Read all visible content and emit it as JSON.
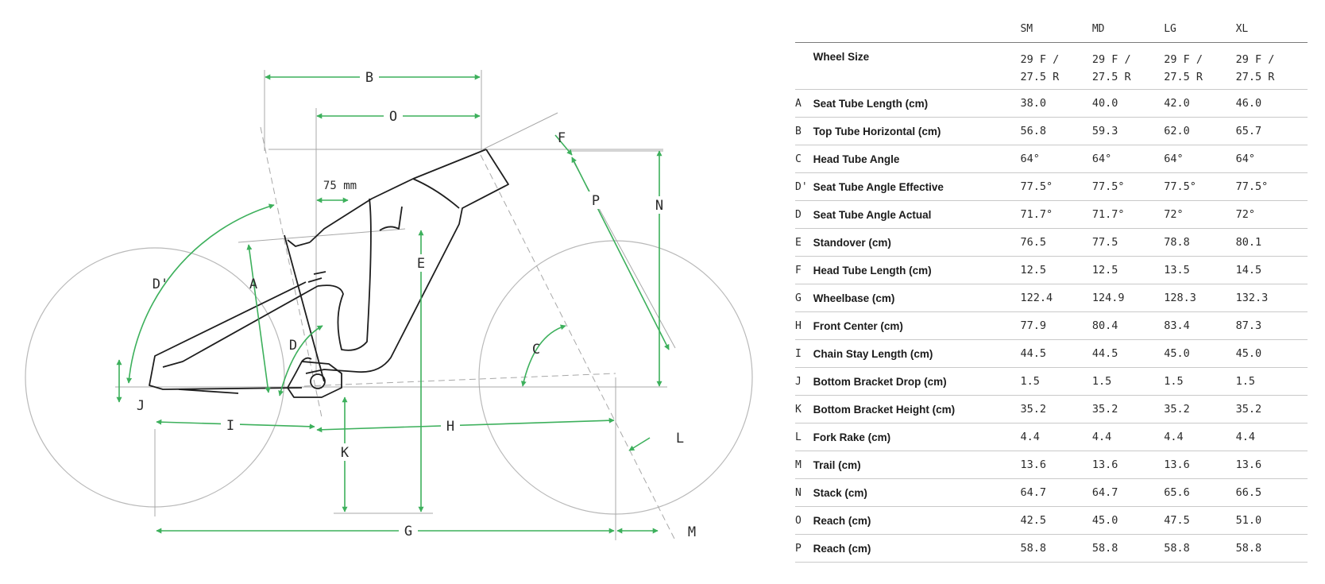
{
  "diagram": {
    "colors": {
      "dimension": "#3db05c",
      "frame": "#1e1e1e",
      "guide": "#a8a8a8",
      "wheel": "#b9b9b9"
    },
    "labels": {
      "A": "A",
      "B": "B",
      "C": "C",
      "D": "D",
      "D_prime": "D'",
      "E": "E",
      "F": "F",
      "G": "G",
      "H": "H",
      "I": "I",
      "J": "J",
      "K": "K",
      "L": "L",
      "M": "M",
      "N": "N",
      "O": "O",
      "P": "P"
    },
    "setback_label": "75 mm"
  },
  "table": {
    "columns": [
      "SM",
      "MD",
      "LG",
      "XL"
    ],
    "rows": [
      {
        "letter": "",
        "label": "Wheel Size",
        "values": [
          "29 F / 27.5 R",
          "29 F / 27.5 R",
          "29 F / 27.5 R",
          "29 F / 27.5 R"
        ]
      },
      {
        "letter": "A",
        "label": "Seat Tube Length (cm)",
        "values": [
          "38.0",
          "40.0",
          "42.0",
          "46.0"
        ]
      },
      {
        "letter": "B",
        "label": "Top Tube Horizontal (cm)",
        "values": [
          "56.8",
          "59.3",
          "62.0",
          "65.7"
        ]
      },
      {
        "letter": "C",
        "label": "Head Tube Angle",
        "values": [
          "64°",
          "64°",
          "64°",
          "64°"
        ]
      },
      {
        "letter": "D'",
        "label": "Seat Tube Angle Effective",
        "values": [
          "77.5°",
          "77.5°",
          "77.5°",
          "77.5°"
        ]
      },
      {
        "letter": "D",
        "label": "Seat Tube Angle Actual",
        "values": [
          "71.7°",
          "71.7°",
          "72°",
          "72°"
        ]
      },
      {
        "letter": "E",
        "label": "Standover (cm)",
        "values": [
          "76.5",
          "77.5",
          "78.8",
          "80.1"
        ]
      },
      {
        "letter": "F",
        "label": "Head Tube Length (cm)",
        "values": [
          "12.5",
          "12.5",
          "13.5",
          "14.5"
        ]
      },
      {
        "letter": "G",
        "label": "Wheelbase (cm)",
        "values": [
          "122.4",
          "124.9",
          "128.3",
          "132.3"
        ]
      },
      {
        "letter": "H",
        "label": "Front Center (cm)",
        "values": [
          "77.9",
          "80.4",
          "83.4",
          "87.3"
        ]
      },
      {
        "letter": "I",
        "label": "Chain Stay Length (cm)",
        "values": [
          "44.5",
          "44.5",
          "45.0",
          "45.0"
        ]
      },
      {
        "letter": "J",
        "label": "Bottom Bracket Drop (cm)",
        "values": [
          "1.5",
          "1.5",
          "1.5",
          "1.5"
        ]
      },
      {
        "letter": "K",
        "label": "Bottom Bracket Height (cm)",
        "values": [
          "35.2",
          "35.2",
          "35.2",
          "35.2"
        ]
      },
      {
        "letter": "L",
        "label": "Fork Rake (cm)",
        "values": [
          "4.4",
          "4.4",
          "4.4",
          "4.4"
        ]
      },
      {
        "letter": "M",
        "label": "Trail (cm)",
        "values": [
          "13.6",
          "13.6",
          "13.6",
          "13.6"
        ]
      },
      {
        "letter": "N",
        "label": "Stack (cm)",
        "values": [
          "64.7",
          "64.7",
          "65.6",
          "66.5"
        ]
      },
      {
        "letter": "O",
        "label": "Reach (cm)",
        "values": [
          "42.5",
          "45.0",
          "47.5",
          "51.0"
        ]
      },
      {
        "letter": "P",
        "label": "Reach (cm)",
        "values": [
          "58.8",
          "58.8",
          "58.8",
          "58.8"
        ]
      }
    ]
  }
}
